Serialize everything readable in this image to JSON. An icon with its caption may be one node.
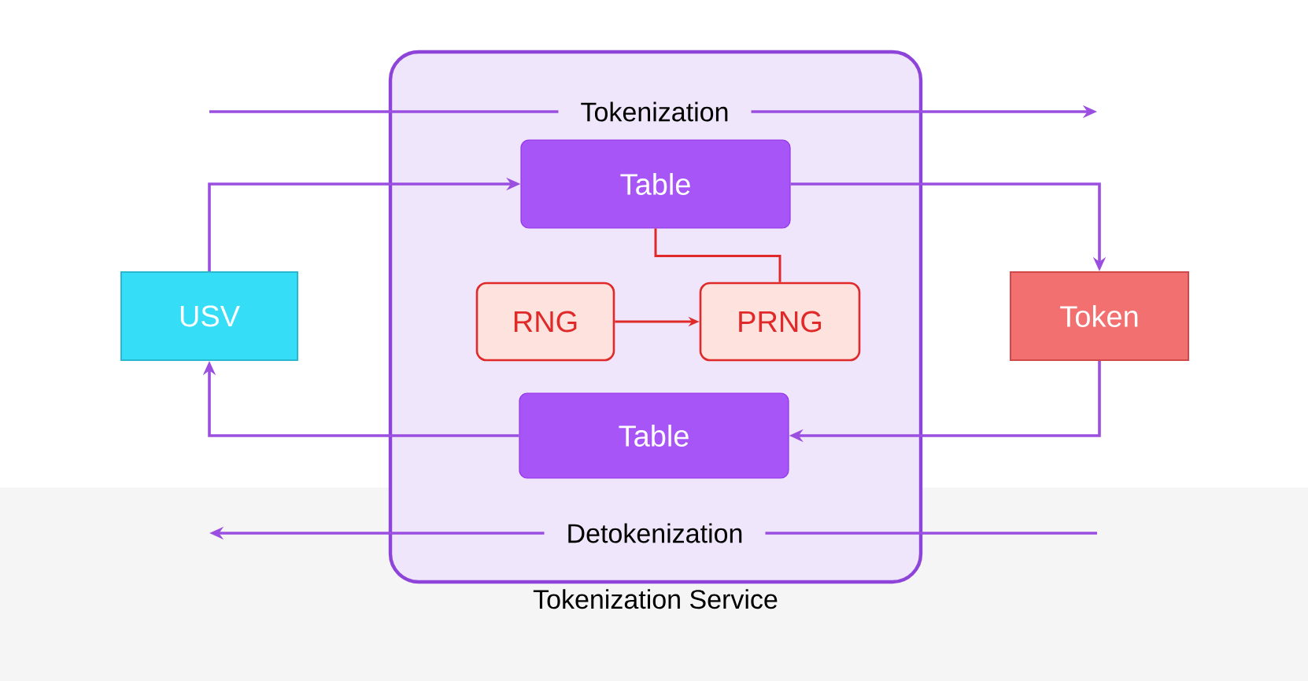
{
  "diagram": {
    "nodes": [
      {
        "text": [
          "Tokenization Service"
        ]
      },
      {
        "text": [
          "Table"
        ],
        "in": 0
      },
      {
        "text": [
          "RNG"
        ],
        "in": 0
      },
      {
        "text": [
          "PRNG"
        ],
        "in": 0
      },
      {
        "text": [
          "Table"
        ],
        "in": 0
      },
      {
        "text": [
          "USV"
        ]
      },
      {
        "text": [
          "Token"
        ]
      }
    ],
    "edges": [
      {
        "from": 5,
        "to": 1,
        "arrow": "to"
      },
      {
        "from": 1,
        "to": 6,
        "arrow": "to"
      },
      {
        "from": 6,
        "to": 4,
        "arrow": "to"
      },
      {
        "from": 4,
        "to": 5,
        "arrow": "to"
      },
      {
        "from": 2,
        "to": 3,
        "arrow": "to",
        "color": "#e02a2a"
      },
      {
        "from": 1,
        "to": 3,
        "arrow": "none",
        "color": "#e02a2a"
      }
    ],
    "labels": [
      "Tokenization",
      "Detokenization"
    ]
  }
}
